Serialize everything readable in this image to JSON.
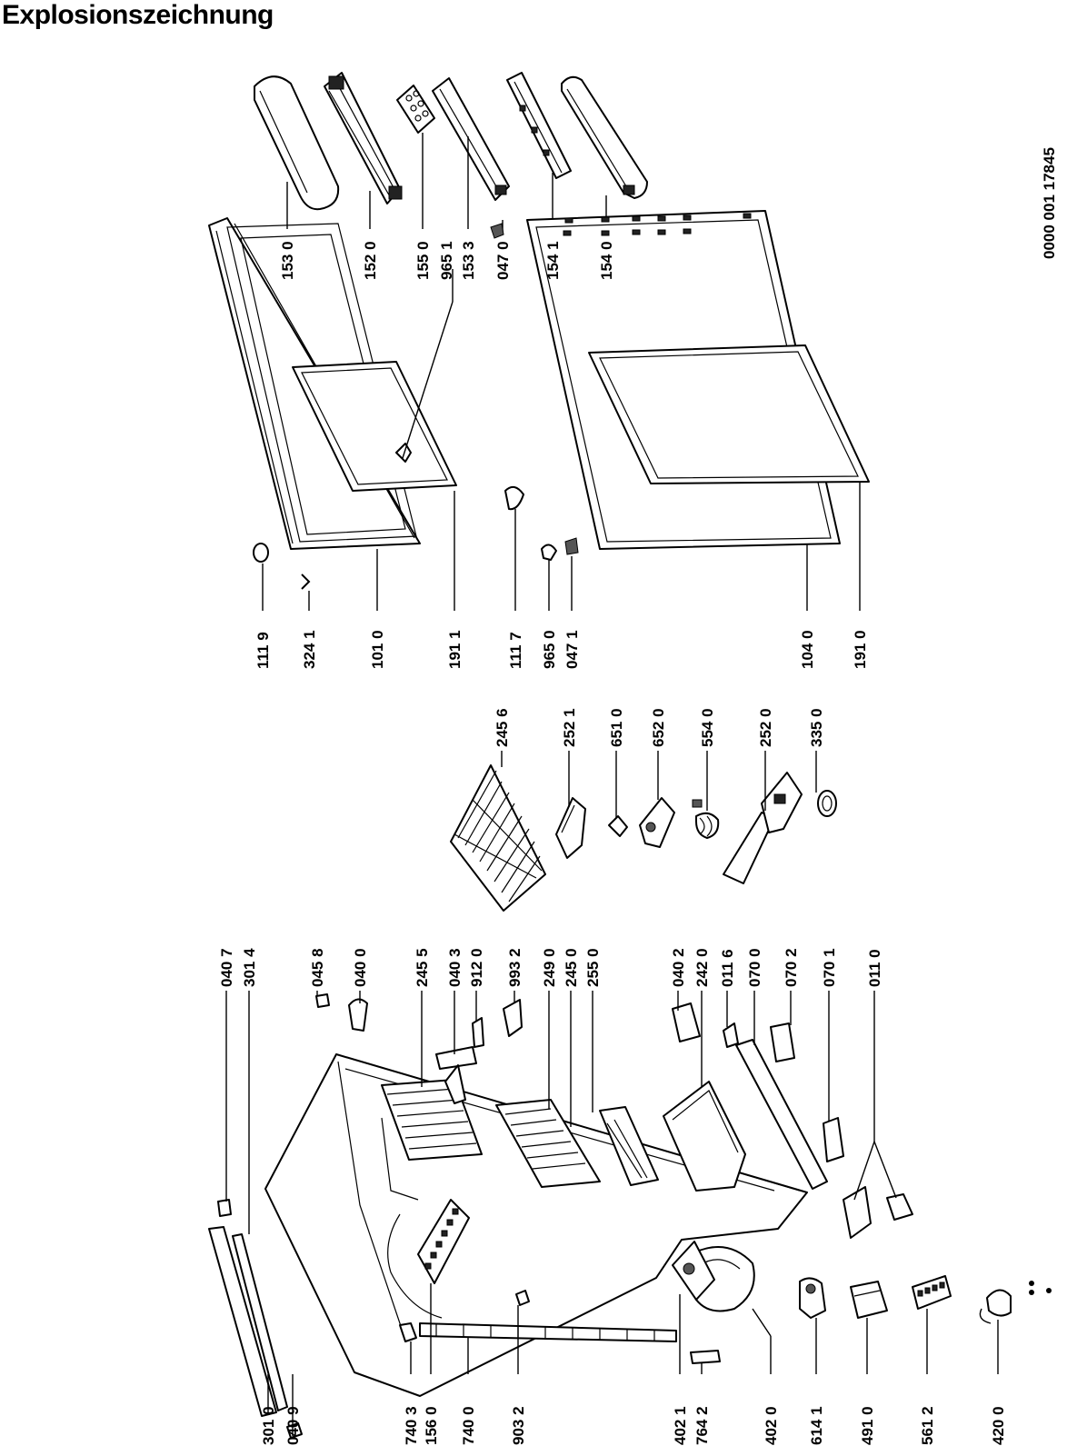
{
  "title": "Explosionszeichnung",
  "doc_number": "0000 001 17845",
  "labels": {
    "l1530": "153 0",
    "l1520": "152 0",
    "l1550": "155 0",
    "l9651": "965 1",
    "l1533": "153 3",
    "l0470": "047 0",
    "l1541": "154 1",
    "l1540": "154 0",
    "l1119": "111 9",
    "l3241": "324 1",
    "l1010": "101 0",
    "l1911": "191 1",
    "l1117": "111 7",
    "l9650": "965 0",
    "l0471": "047 1",
    "l1040": "104 0",
    "l1910": "191 0",
    "l2456": "245 6",
    "l2521": "252 1",
    "l6510": "651 0",
    "l6520": "652 0",
    "l5540": "554 0",
    "l2520": "252 0",
    "l3350": "335 0",
    "l0407": "040 7",
    "l3014": "301 4",
    "l0458": "045 8",
    "l0400": "040 0",
    "l2455": "245 5",
    "l0403": "040 3",
    "l9120": "912 0",
    "l9932": "993 2",
    "l2490": "249 0",
    "l2450": "245 0",
    "l2550": "255 0",
    "l0402": "040 2",
    "l2420": "242 0",
    "l0116": "011 6",
    "l0700": "070 0",
    "l0702": "070 2",
    "l0701": "070 1",
    "l0110": "011 0",
    "l3010": "301 0",
    "l0409": "040 9",
    "l7403": "740 3",
    "l1560": "156 0",
    "l7400": "740 0",
    "l9032": "903 2",
    "l4021": "402 1",
    "l7642": "764 2",
    "l4020": "402 0",
    "l6141": "614 1",
    "l4910": "491 0",
    "l5612": "561 2",
    "l4200": "420 0"
  }
}
